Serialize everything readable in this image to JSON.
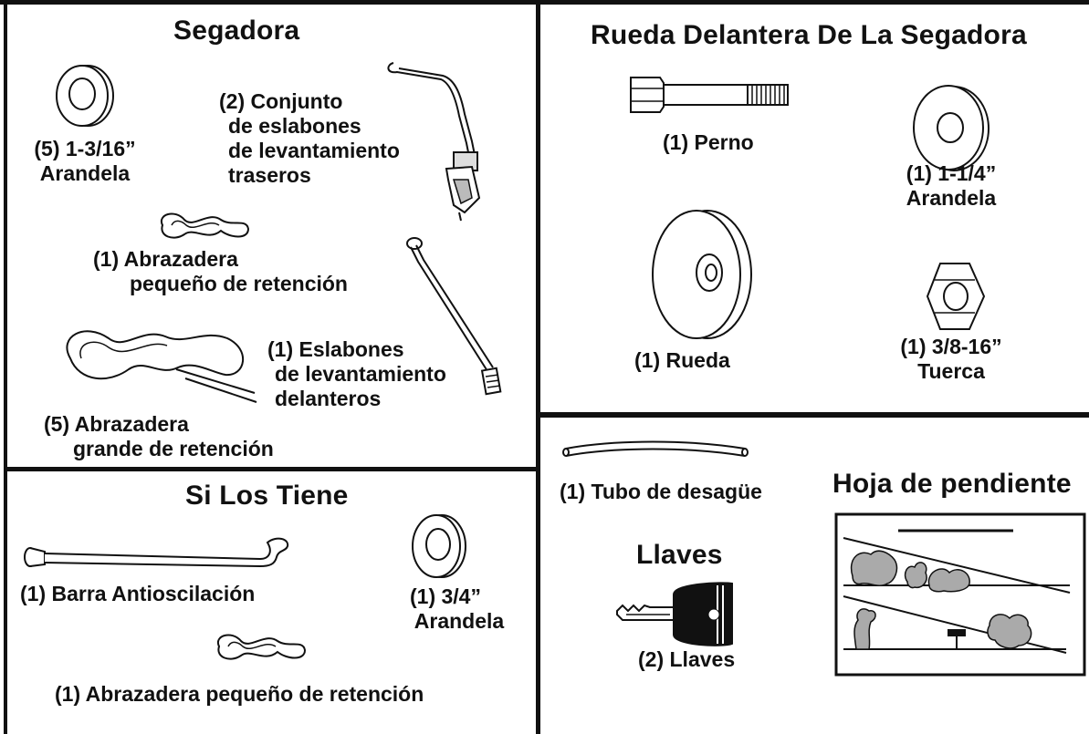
{
  "panels": {
    "segadora": {
      "title": "Segadora",
      "items": {
        "washer_label": [
          "(5) 1-3/16”",
          "Arandela"
        ],
        "rear_links_label": [
          "(2) Conjunto",
          "de eslabones",
          "de levantamiento",
          "traseros"
        ],
        "small_clip_label": [
          "(1) Abrazadera",
          "pequeño de retención"
        ],
        "front_links_label": [
          "(1) Eslabones",
          "de levantamiento",
          "delanteros"
        ],
        "large_clip_label": [
          "(5) Abrazadera",
          "grande de retención"
        ]
      }
    },
    "rueda": {
      "title": "Rueda Delantera De La Segadora",
      "items": {
        "bolt_label": "(1) Perno",
        "washer_label": [
          "(1) 1-1/4”",
          "Arandela"
        ],
        "wheel_label": "(1) Rueda",
        "nut_label": [
          "(1) 3/8-16”",
          "Tuerca"
        ]
      }
    },
    "si_los_tiene": {
      "title": "Si Los Tiene",
      "items": {
        "sway_bar_label": "(1) Barra Antioscilación",
        "washer_label": [
          "(1) 3/4”",
          "Arandela"
        ],
        "small_clip_label": "(1) Abrazadera pequeño de retención"
      }
    },
    "extras": {
      "drain_tube_label": "(1) Tubo de desagüe",
      "keys_title": "Llaves",
      "keys_label": "(2) Llaves",
      "slope_sheet_title": "Hoja de pendiente"
    }
  }
}
